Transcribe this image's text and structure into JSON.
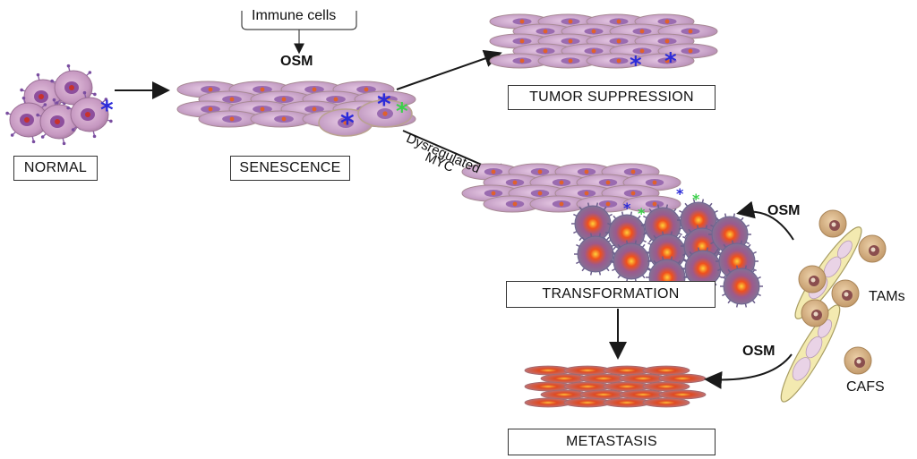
{
  "stages": {
    "normal": "NORMAL",
    "senescence": "SENESCENCE",
    "tumor_suppression": "TUMOR SUPPRESSION",
    "transformation": "TRANSFORMATION",
    "metastasis": "METASTASIS"
  },
  "labels": {
    "immune_cells": "Immune cells",
    "osm_top": "OSM",
    "osm_transformation": "OSM",
    "osm_metastasis": "OSM",
    "dysregulated": "Dysregulated",
    "myc": "MYC",
    "tams": "TAMs",
    "cafs": "CAFS"
  },
  "colors": {
    "senescent_cell": "#c9a3c8",
    "senescent_edge": "#b9a28f",
    "nucleus": "#8d5fa8",
    "tumor_cell": "#8f7fa3",
    "tumor_core": "#e8401a",
    "macrophage": "#d6b183",
    "fibroblast": "#f3eab0",
    "marker_blue": "#2b2bd9",
    "marker_green": "#3bd04a",
    "arrow": "#1a1a1a"
  }
}
